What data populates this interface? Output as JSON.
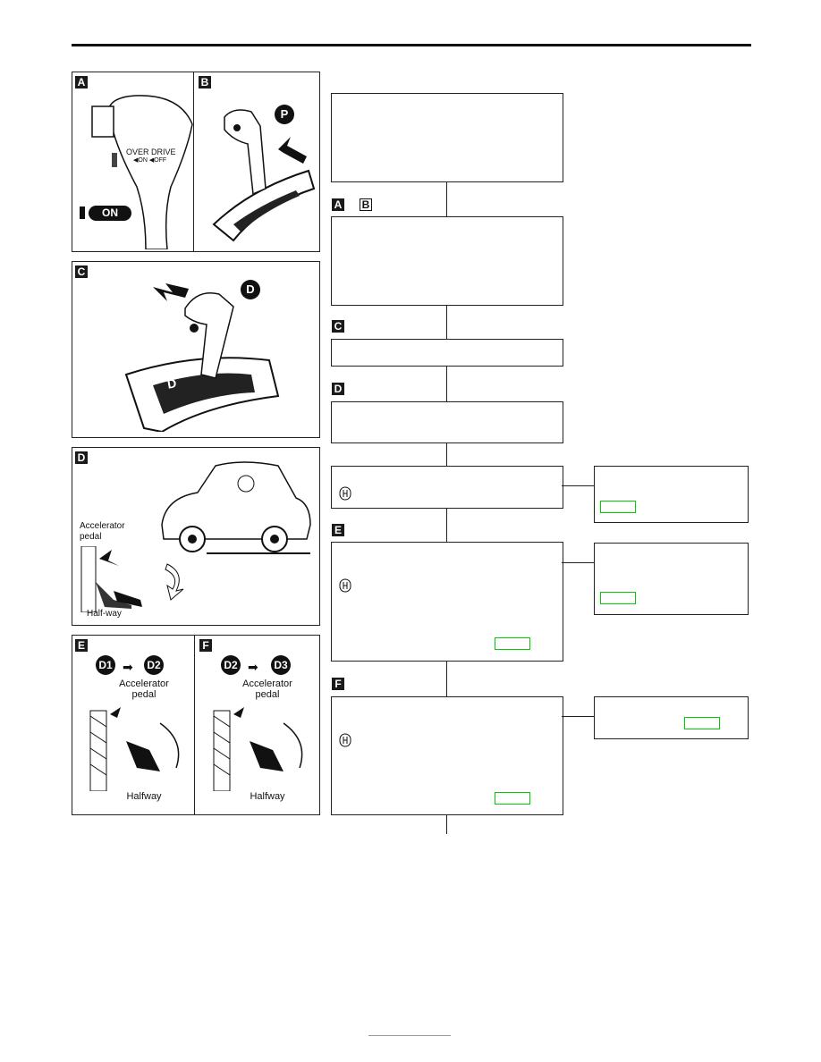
{
  "panels": {
    "a": {
      "badge": "A",
      "od_label": "OVER DRIVE",
      "od_sub": "◀ON ◀OFF",
      "on_label": "ON"
    },
    "b": {
      "badge": "B",
      "p_label": "P"
    },
    "c": {
      "badge": "C",
      "d_label": "D",
      "gate_label": "D"
    },
    "d": {
      "badge": "D",
      "accel_label_1": "Accelerator",
      "accel_label_2": "pedal",
      "halfway": "Half-way"
    },
    "e": {
      "badge": "E",
      "from": "D1",
      "to": "D2",
      "accel_1": "Accelerator",
      "accel_2": "pedal",
      "halfway": "Halfway"
    },
    "f": {
      "badge": "F",
      "from": "D2",
      "to": "D3",
      "accel_1": "Accelerator",
      "accel_2": "pedal",
      "halfway": "Halfway"
    }
  },
  "flow": {
    "step_ab": {
      "badge1": "A",
      "badge2": "B"
    },
    "step_c": {
      "badge": "C"
    },
    "step_d": {
      "badge": "D"
    },
    "step_e": {
      "badge": "E"
    },
    "step_f": {
      "badge": "F"
    }
  },
  "colors": {
    "link": "#00cc00",
    "ink": "#111111"
  }
}
